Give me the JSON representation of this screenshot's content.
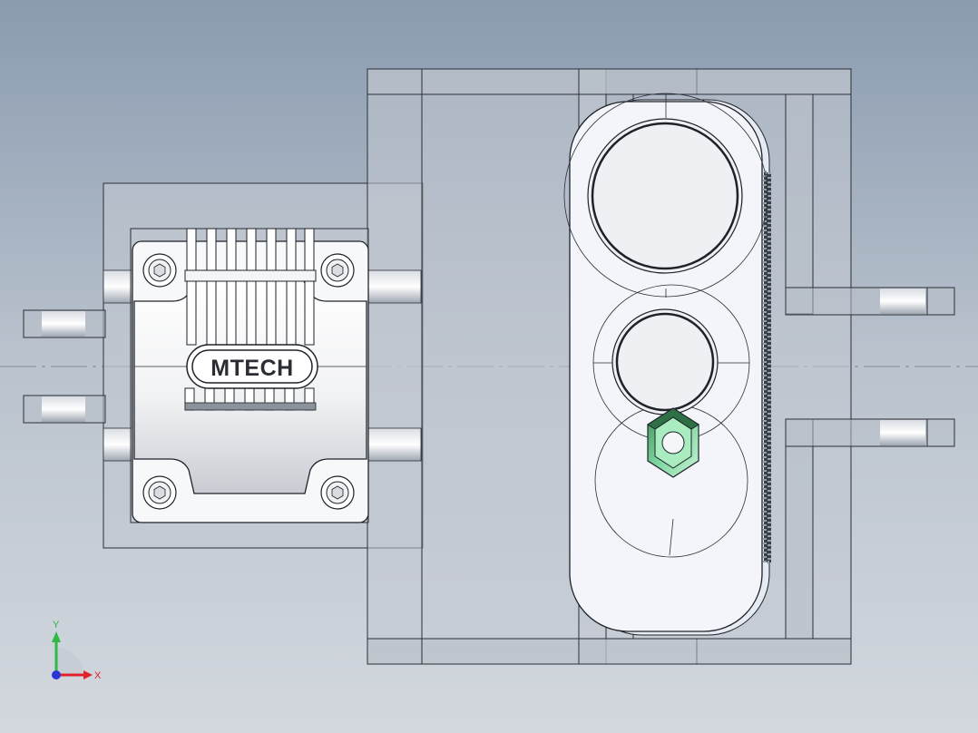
{
  "motor": {
    "brand_label": "MTECH"
  },
  "triad": {
    "x_label": "X",
    "y_label": "Y",
    "x_color": "#e0202a",
    "y_color": "#2fb845",
    "z_color": "#2a35d8"
  },
  "colors": {
    "background_top": "#8a9bb0",
    "background_bottom": "#d3d8de",
    "hex_nut": "#7fd8a0",
    "edge_line": "#2b2f36"
  }
}
